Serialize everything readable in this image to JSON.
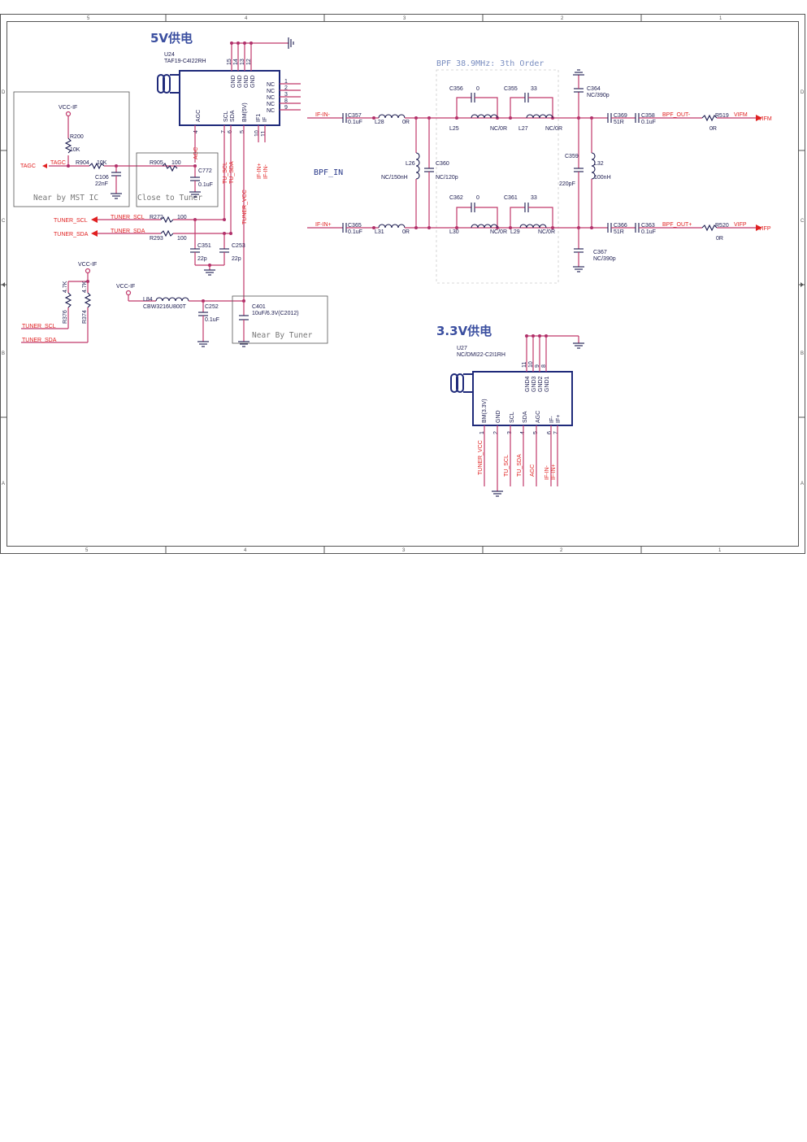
{
  "border": {
    "columns_top": [
      "5",
      "4",
      "3",
      "2",
      "1"
    ],
    "columns_bottom": [
      "5",
      "4",
      "3",
      "2",
      "1"
    ],
    "rows_left": [
      "D",
      "C",
      "B",
      "A"
    ],
    "rows_right": [
      "D",
      "C",
      "B",
      "A"
    ]
  },
  "sections": {
    "supply_5v": "5V供电",
    "supply_33v": "3.3V供电",
    "bpf_title": "BPF 38.9MHz: 3th Order",
    "bpf_in": "BPF_IN"
  },
  "notes": {
    "near_mst": "Near by MST IC",
    "close_tuner": "Close to Tuner",
    "near_tuner": "Near By Tuner"
  },
  "u24": {
    "ref": "U24",
    "part": "TAF19-C4I22RH",
    "top_pins": [
      "15",
      "14",
      "13",
      "12"
    ],
    "top_names": [
      "GND",
      "GND",
      "GND",
      "GND"
    ],
    "right_names": [
      "NC",
      "NC",
      "NC",
      "NC",
      "NC"
    ],
    "right_pins": [
      "1",
      "2",
      "3",
      "8",
      "9"
    ],
    "bottom_names": [
      "AGC",
      "SCL",
      "SDA",
      "BM(5V)",
      "IF1",
      "IF"
    ],
    "bottom_pins": [
      "4",
      "7",
      "6",
      "5",
      "10",
      "11"
    ]
  },
  "u27": {
    "ref": "U27",
    "part": "NC/DMI22-C2I1RH",
    "top_pins": [
      "11",
      "10",
      "9",
      "8"
    ],
    "top_names": [
      "GND4",
      "GND3",
      "GND2",
      "GND1"
    ],
    "bottom_names": [
      "BM(3.3V)",
      "GND",
      "SCL",
      "SDA",
      "AGC",
      "IF-",
      "IF+"
    ],
    "bottom_pins": [
      "1",
      "2",
      "3",
      "4",
      "5",
      "6",
      "7"
    ]
  },
  "nets": {
    "vcc_if": "VCC-IF",
    "tagc": "TAGC",
    "agc": "AGC",
    "tuner_scl": "TUNER_SCL",
    "tuner_sda": "TUNER_SDA",
    "tu_scl": "TU_SCL",
    "tu_sda": "TU_SDA",
    "tuner_vcc": "TUNER_VCC",
    "if_in_plus": "IF-IN+",
    "if_in_minus": "IF-IN-",
    "bpf_out_minus": "BPF_OUT-",
    "bpf_out_plus": "BPF_OUT+",
    "vifm": "VIFM",
    "vifp": "VIFP"
  },
  "components": {
    "r200": {
      "ref": "R200",
      "value": "10K"
    },
    "r904": {
      "ref": "R904",
      "value": "10K"
    },
    "c106": {
      "ref": "C106",
      "value": "22nF"
    },
    "r905": {
      "ref": "R905",
      "value": "100"
    },
    "c772": {
      "ref": "C772",
      "value": "0.1uF"
    },
    "r272": {
      "ref": "R272",
      "value": "100"
    },
    "r293": {
      "ref": "R293",
      "value": "100"
    },
    "c351": {
      "ref": "C351",
      "value": "22p"
    },
    "c253": {
      "ref": "C253",
      "value": "22p"
    },
    "r376": {
      "ref": "R376",
      "value": "4.7K"
    },
    "r374": {
      "ref": "R374",
      "value": "4.7K"
    },
    "l84": {
      "ref": "L84",
      "value": "CBW3216U800T"
    },
    "c252": {
      "ref": "C252",
      "value": "0.1uF"
    },
    "c401": {
      "ref": "C401",
      "value": "10uF/6.3V(C2012)"
    },
    "c357": {
      "ref": "C357",
      "value": "0.1uF"
    },
    "l28": {
      "ref": "L28",
      "value": "0R"
    },
    "c356": {
      "ref": "C356",
      "value": "0"
    },
    "c355": {
      "ref": "C355",
      "value": "33"
    },
    "l25": {
      "ref": "L25",
      "value": "NC/0R"
    },
    "l27": {
      "ref": "L27",
      "value": "NC/0R"
    },
    "c364": {
      "ref": "C364",
      "value": "NC/390p"
    },
    "c369": {
      "ref": "C369",
      "value": "51R"
    },
    "c358": {
      "ref": "C358",
      "value": "0.1uF"
    },
    "r519": {
      "ref": "R519",
      "value": "0R"
    },
    "l26": {
      "ref": "L26",
      "value": "NC/150nH"
    },
    "c360": {
      "ref": "C360",
      "value": "NC/120p"
    },
    "c359": {
      "ref": "C359",
      "value": "220pF"
    },
    "l32": {
      "ref": "L32",
      "value": "100nH"
    },
    "c362": {
      "ref": "C362",
      "value": "0"
    },
    "c361": {
      "ref": "C361",
      "value": "33"
    },
    "c365": {
      "ref": "C365",
      "value": "0.1uF"
    },
    "l31": {
      "ref": "L31",
      "value": "0R"
    },
    "l30": {
      "ref": "L30",
      "value": "NC/0R"
    },
    "l29": {
      "ref": "L29",
      "value": "NC/0R"
    },
    "c366": {
      "ref": "C366",
      "value": "51R"
    },
    "c363": {
      "ref": "C363",
      "value": "0.1uF"
    },
    "r520": {
      "ref": "R520",
      "value": "0R"
    },
    "c367": {
      "ref": "C367",
      "value": "NC/390p"
    }
  },
  "colors": {
    "wire": "#c0396b",
    "junction": "#b0306a",
    "net_label": "#e02020",
    "part": "#1a1a4e",
    "title": "#3b4fa0",
    "note": "#777777",
    "frame": "#555555"
  }
}
